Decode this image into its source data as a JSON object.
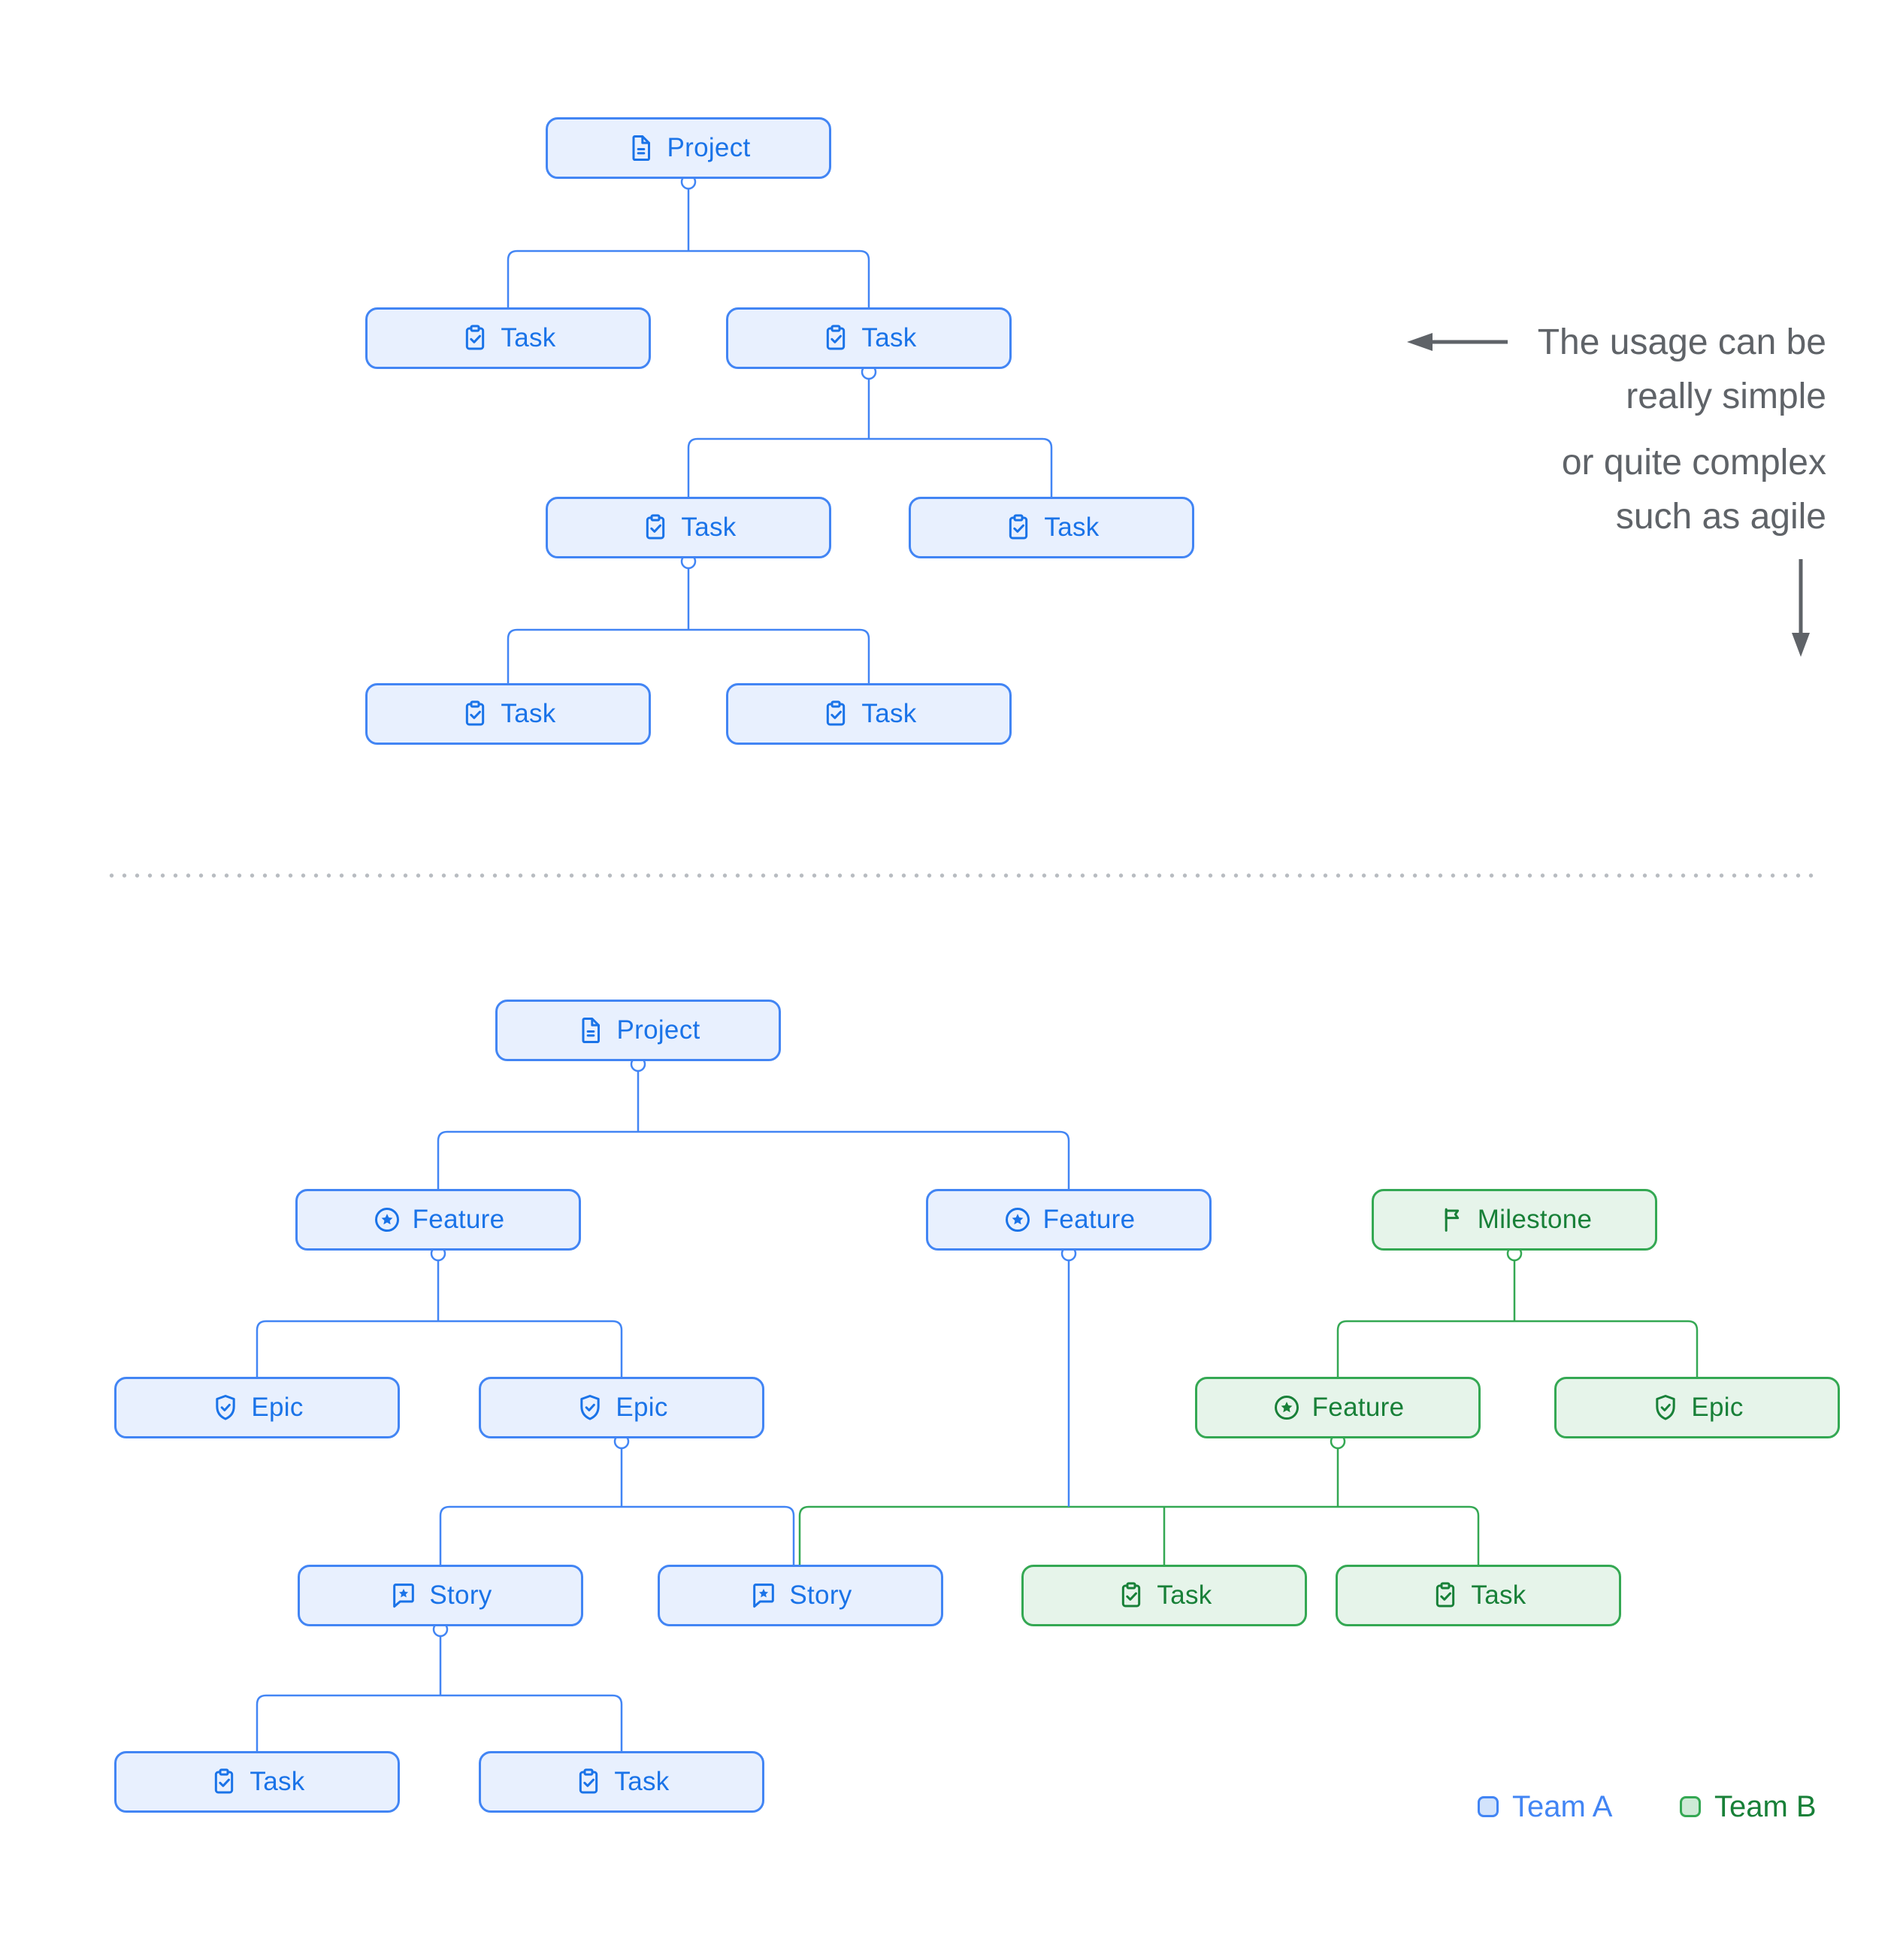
{
  "teams": {
    "A": {
      "border": "#4285f4",
      "fill": "#e8f0fe",
      "text": "#1a73e8",
      "swatch_fill": "#d2e3fc"
    },
    "B": {
      "border": "#34a853",
      "fill": "#e6f4ea",
      "text": "#188038",
      "swatch_fill": "#ceead6"
    }
  },
  "simple_tree": {
    "nodes": [
      {
        "id": "project",
        "label": "Project",
        "icon": "document",
        "team": "A"
      },
      {
        "id": "task-1",
        "label": "Task",
        "icon": "clipboard-check",
        "team": "A"
      },
      {
        "id": "task-2",
        "label": "Task",
        "icon": "clipboard-check",
        "team": "A"
      },
      {
        "id": "task-3",
        "label": "Task",
        "icon": "clipboard-check",
        "team": "A"
      },
      {
        "id": "task-4",
        "label": "Task",
        "icon": "clipboard-check",
        "team": "A"
      },
      {
        "id": "task-5",
        "label": "Task",
        "icon": "clipboard-check",
        "team": "A"
      },
      {
        "id": "task-6",
        "label": "Task",
        "icon": "clipboard-check",
        "team": "A"
      }
    ]
  },
  "complex_tree": {
    "nodes": [
      {
        "id": "project",
        "label": "Project",
        "icon": "document",
        "team": "A"
      },
      {
        "id": "feature-1",
        "label": "Feature",
        "icon": "star-circle",
        "team": "A"
      },
      {
        "id": "feature-2",
        "label": "Feature",
        "icon": "star-circle",
        "team": "A"
      },
      {
        "id": "milestone",
        "label": "Milestone",
        "icon": "flag",
        "team": "B"
      },
      {
        "id": "epic-1",
        "label": "Epic",
        "icon": "shield-check",
        "team": "A"
      },
      {
        "id": "epic-2",
        "label": "Epic",
        "icon": "shield-check",
        "team": "A"
      },
      {
        "id": "feature-3",
        "label": "Feature",
        "icon": "star-circle",
        "team": "B"
      },
      {
        "id": "epic-3",
        "label": "Epic",
        "icon": "shield-check",
        "team": "B"
      },
      {
        "id": "story-1",
        "label": "Story",
        "icon": "comment-star",
        "team": "A"
      },
      {
        "id": "story-2",
        "label": "Story",
        "icon": "comment-star",
        "team": "A"
      },
      {
        "id": "task-1",
        "label": "Task",
        "icon": "clipboard-check",
        "team": "B"
      },
      {
        "id": "task-2",
        "label": "Task",
        "icon": "clipboard-check",
        "team": "B"
      },
      {
        "id": "task-3",
        "label": "Task",
        "icon": "clipboard-check",
        "team": "A"
      },
      {
        "id": "task-4",
        "label": "Task",
        "icon": "clipboard-check",
        "team": "A"
      }
    ]
  },
  "annotation": {
    "text_lines": [
      "The usage can be",
      "really simple",
      "or quite complex",
      "such as agile"
    ],
    "color": "#5f6368",
    "arrow_color": "#5f6368",
    "icons": [
      "arrow-left",
      "arrow-down"
    ]
  },
  "legend": {
    "items": [
      {
        "label": "Team A",
        "team": "A",
        "label_color": "#4285f4"
      },
      {
        "label": "Team B",
        "team": "B",
        "label_color": "#188038"
      }
    ]
  }
}
